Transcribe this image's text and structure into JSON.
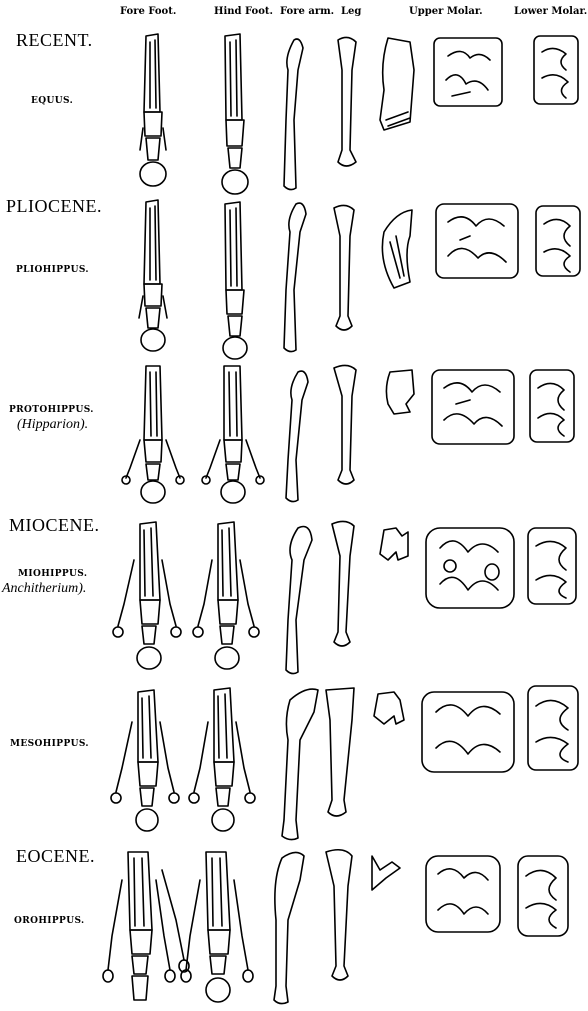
{
  "headers": {
    "fore_foot": "Fore Foot.",
    "hind_foot": "Hind Foot.",
    "fore_arm": "Fore arm.",
    "leg": "Leg",
    "upper_molar": "Upper Molar.",
    "lower_molar": "Lower Molar."
  },
  "rows": [
    {
      "epoch": "RECENT.",
      "genus": "EQUUS.",
      "alt": ""
    },
    {
      "epoch": "PLIOCENE.",
      "genus": "PLIOHIPPUS.",
      "alt": ""
    },
    {
      "epoch": "",
      "genus": "PROTOHIPPUS.",
      "alt": "(Hipparion)."
    },
    {
      "epoch": "MIOCENE.",
      "genus": "MIOHIPPUS.",
      "alt": "Anchitherium)."
    },
    {
      "epoch": "",
      "genus": "MESOHIPPUS.",
      "alt": ""
    },
    {
      "epoch": "EOCENE.",
      "genus": "OROHIPPUS.",
      "alt": ""
    }
  ]
}
